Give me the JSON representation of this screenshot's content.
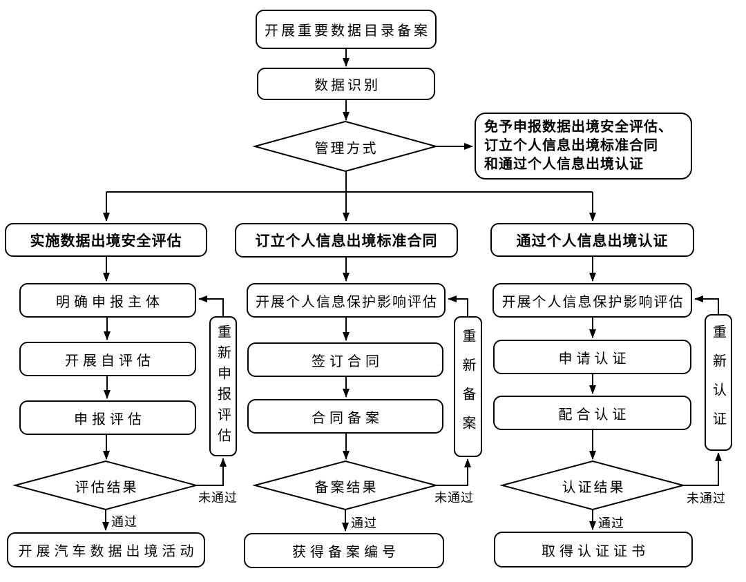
{
  "flowchart": {
    "top": {
      "box1": "开展重要数据目录备案",
      "box2": "数据识别",
      "decision": "管理方式",
      "exempt_box": "免予申报数据出境安全评估、\n订立个人信息出境标准合同\n和通过个人信息出境认证"
    },
    "branches": [
      {
        "header": "实施数据出境安全评估",
        "steps": [
          "明确申报主体",
          "开展自评估",
          "申报评估"
        ],
        "decision": "评估结果",
        "pass_label": "通过",
        "fail_label": "未通过",
        "retry": "重新申报评估",
        "result": "开展汽车数据出境活动"
      },
      {
        "header": "订立个人信息出境标准合同",
        "steps": [
          "开展个人信息保护影响评估",
          "签订合同",
          "合同备案"
        ],
        "decision": "备案结果",
        "pass_label": "通过",
        "fail_label": "未通过",
        "retry": "重新备案",
        "result": "获得备案编号"
      },
      {
        "header": "通过个人信息出境认证",
        "steps": [
          "开展个人信息保护影响评估",
          "申请认证",
          "配合认证"
        ],
        "decision": "认证结果",
        "pass_label": "通过",
        "fail_label": "未通过",
        "retry": "重新认证",
        "result": "取得认证证书"
      }
    ],
    "colors": {
      "stroke": "#000000",
      "background": "#ffffff"
    }
  }
}
